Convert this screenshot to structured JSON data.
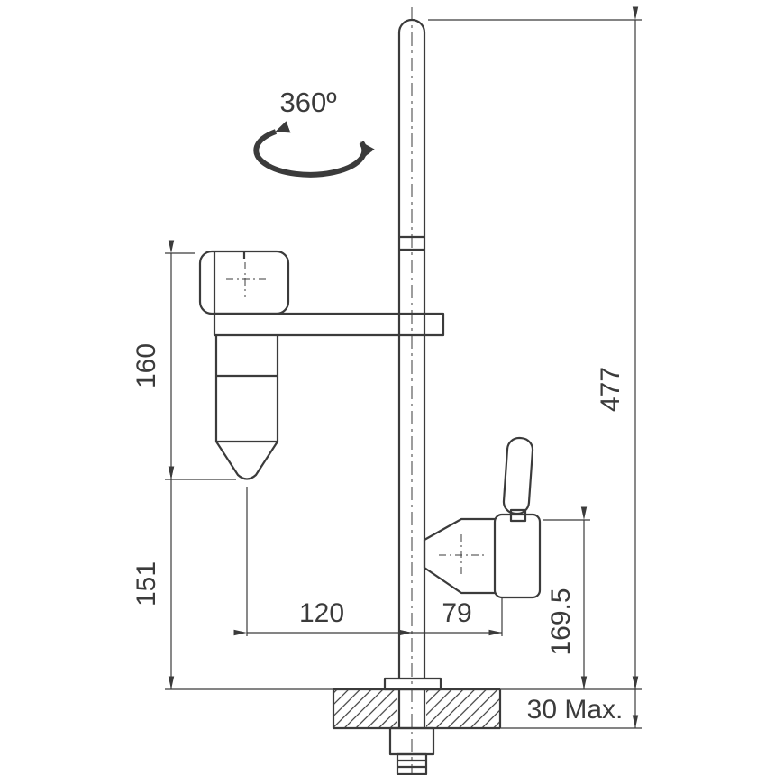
{
  "diagram": {
    "rotation_label": "360º",
    "dimensions": {
      "height_upper_left": "160",
      "height_lower_left": "151",
      "overall_height": "477",
      "offset_left": "120",
      "offset_right": "79",
      "height_right": "169.5",
      "countertop_max": "30 Max."
    },
    "colors": {
      "ink": "#3b3b3b",
      "background": "#ffffff"
    }
  }
}
